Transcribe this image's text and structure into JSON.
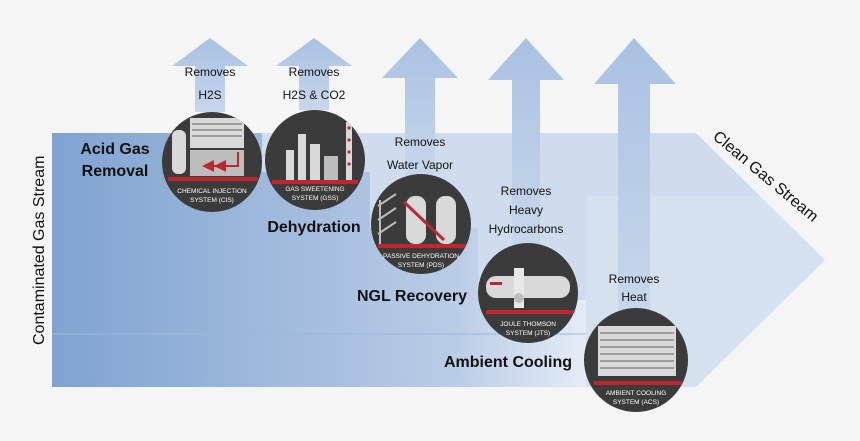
{
  "vertical_label": "Contaminated Gas Stream",
  "output_label": "Clean Gas Stream",
  "stages": [
    {
      "title_lines": [
        "Acid Gas",
        "Removal"
      ]
    },
    {
      "title_lines": [
        "Dehydration"
      ]
    },
    {
      "title_lines": [
        "NGL Recovery"
      ]
    },
    {
      "title_lines": [
        "Ambient Cooling"
      ]
    }
  ],
  "removals": [
    {
      "lines": [
        "Removes",
        "H2S"
      ]
    },
    {
      "lines": [
        "Removes",
        "H2S & CO2"
      ]
    },
    {
      "lines": [
        "Removes",
        "Water Vapor"
      ]
    },
    {
      "lines": [
        "Removes",
        "Heavy",
        "Hydrocarbons"
      ]
    },
    {
      "lines": [
        "Removes",
        "Heat"
      ]
    }
  ],
  "systems": [
    {
      "lines": [
        "CHEMICAL INJECTION",
        "SYSTEM (CIS)"
      ]
    },
    {
      "lines": [
        "GAS SWEETENING",
        "SYSTEM (GSS)"
      ]
    },
    {
      "lines": [
        "PASSIVE DEHYDRATION",
        "SYSTEM (PDS)"
      ]
    },
    {
      "lines": [
        "JOULE THOMSON",
        "SYSTEM (JTS)"
      ]
    },
    {
      "lines": [
        "AMBIENT COOLING",
        "SYSTEM (ACS)"
      ]
    }
  ],
  "colors": {
    "background": "#f5f5f5",
    "stream_dark": "#7fa3d0",
    "stream_light": "#b9cce6",
    "arrow": "#b3c8e5",
    "circle": "#3b3b3b",
    "accent_red": "#c0262d",
    "equipment": "#d9d9d9",
    "text": "#111111",
    "white": "#ffffff"
  }
}
